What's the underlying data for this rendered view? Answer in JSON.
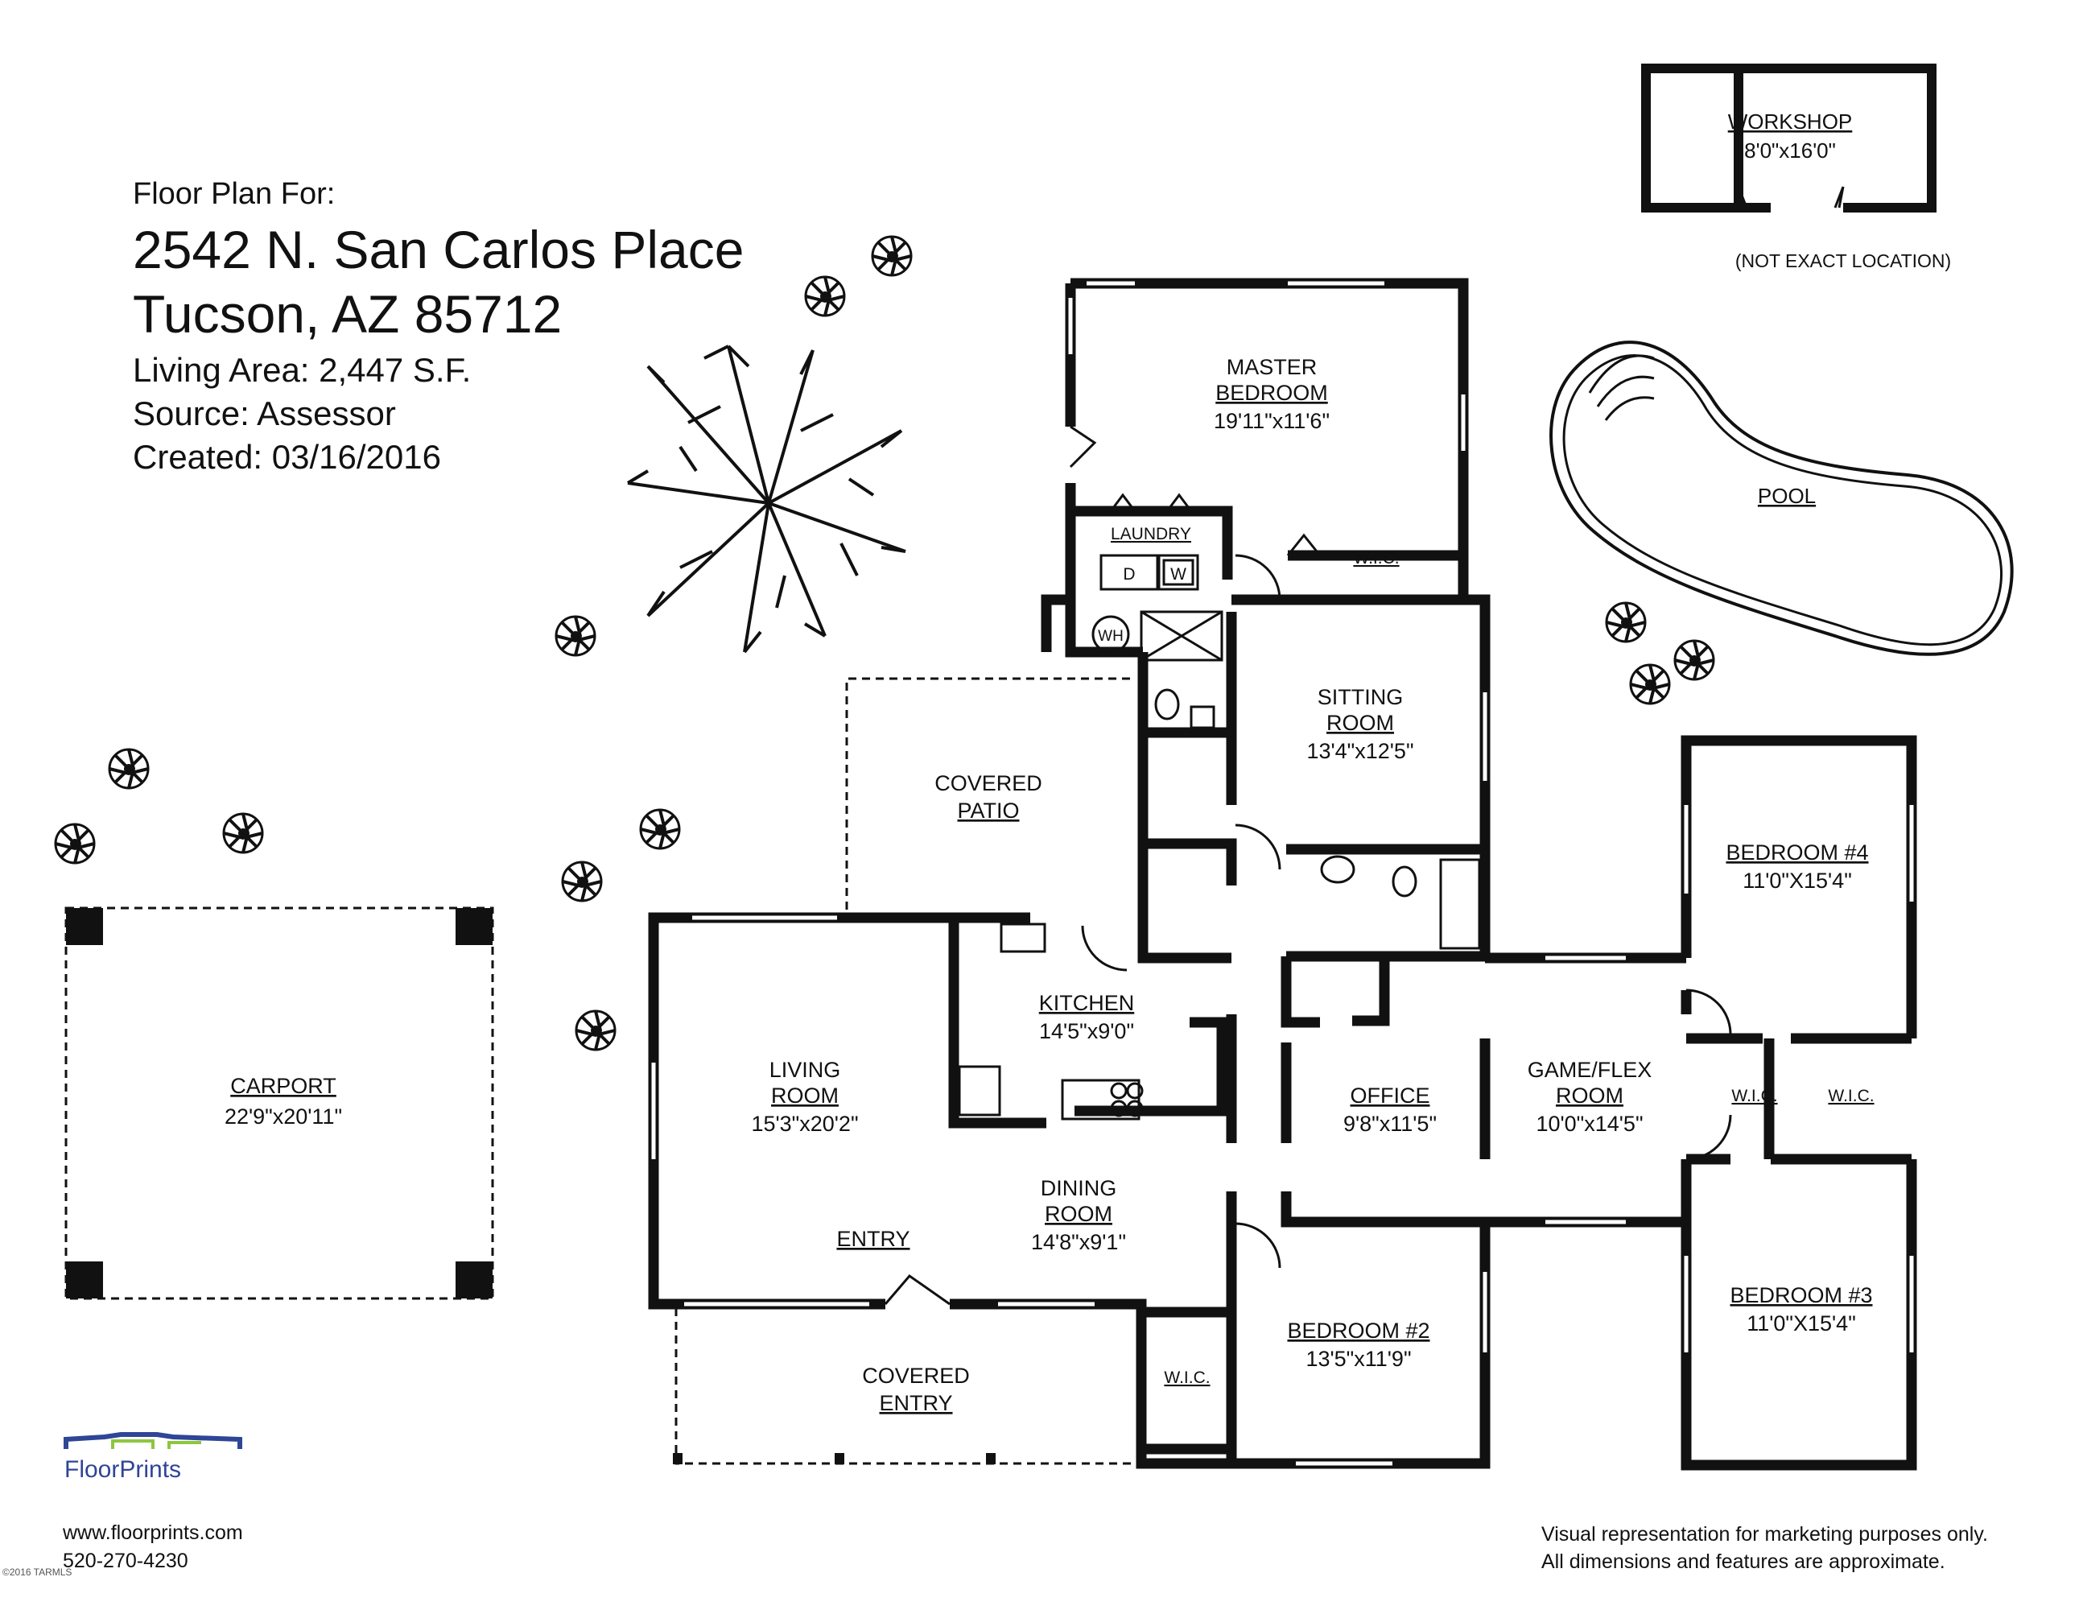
{
  "header": {
    "label": "Floor Plan For:",
    "address_line1": "2542 N. San Carlos Place",
    "address_line2": "Tucson, AZ 85712",
    "living_area": "Living Area:  2,447 S.F.",
    "source": "Source:  Assessor",
    "created": "Created:  03/16/2016"
  },
  "rooms": {
    "workshop": {
      "name": "WORKSHOP",
      "dims": "8'0\"x16'0\""
    },
    "workshop_note": "(NOT EXACT LOCATION)",
    "pool": {
      "name": "POOL"
    },
    "master_bedroom": {
      "name1": "MASTER",
      "name2": "BEDROOM",
      "dims": "19'11\"x11'6\""
    },
    "laundry": {
      "name": "LAUNDRY",
      "dryer": "D",
      "washer": "W"
    },
    "wic_master": {
      "name": "W.I.C."
    },
    "water_heater": {
      "name": "WH"
    },
    "sitting_room": {
      "name1": "SITTING",
      "name2": "ROOM",
      "dims": "13'4\"x12'5\""
    },
    "covered_patio": {
      "name1": "COVERED",
      "name2": "PATIO"
    },
    "kitchen": {
      "name": "KITCHEN",
      "dims": "14'5\"x9'0\""
    },
    "living_room": {
      "name1": "LIVING",
      "name2": "ROOM",
      "dims": "15'3\"x20'2\""
    },
    "dining_room": {
      "name1": "DINING",
      "name2": "ROOM",
      "dims": "14'8\"x9'1\""
    },
    "entry": {
      "name": "ENTRY"
    },
    "office": {
      "name": "OFFICE",
      "dims": "9'8\"x11'5\""
    },
    "game_flex": {
      "name1": "GAME/FLEX",
      "name2": "ROOM",
      "dims": "10'0\"x14'5\""
    },
    "bedroom4": {
      "name": "BEDROOM #4",
      "dims": "11'0\"X15'4\""
    },
    "bedroom3": {
      "name": "BEDROOM #3",
      "dims": "11'0\"X15'4\""
    },
    "wic_b4": {
      "name": "W.I.C."
    },
    "wic_b3": {
      "name": "W.I.C."
    },
    "bedroom2": {
      "name": "BEDROOM #2",
      "dims": "13'5\"x11'9\""
    },
    "wic_b2": {
      "name": "W.I.C."
    },
    "covered_entry": {
      "name1": "COVERED",
      "name2": "ENTRY"
    },
    "carport": {
      "name": "CARPORT",
      "dims": "22'9\"x20'11\""
    }
  },
  "branding": {
    "logo_text": "FloorPrints",
    "website": "www.floorprints.com",
    "phone": "520-270-4230",
    "copyright": "©2016 TARMLS",
    "logo_color": "#2f4596",
    "logo_accent": "#8dc63f"
  },
  "disclaimer": {
    "line1": "Visual representation for marketing purposes only.",
    "line2": "All dimensions and features are approximate."
  }
}
